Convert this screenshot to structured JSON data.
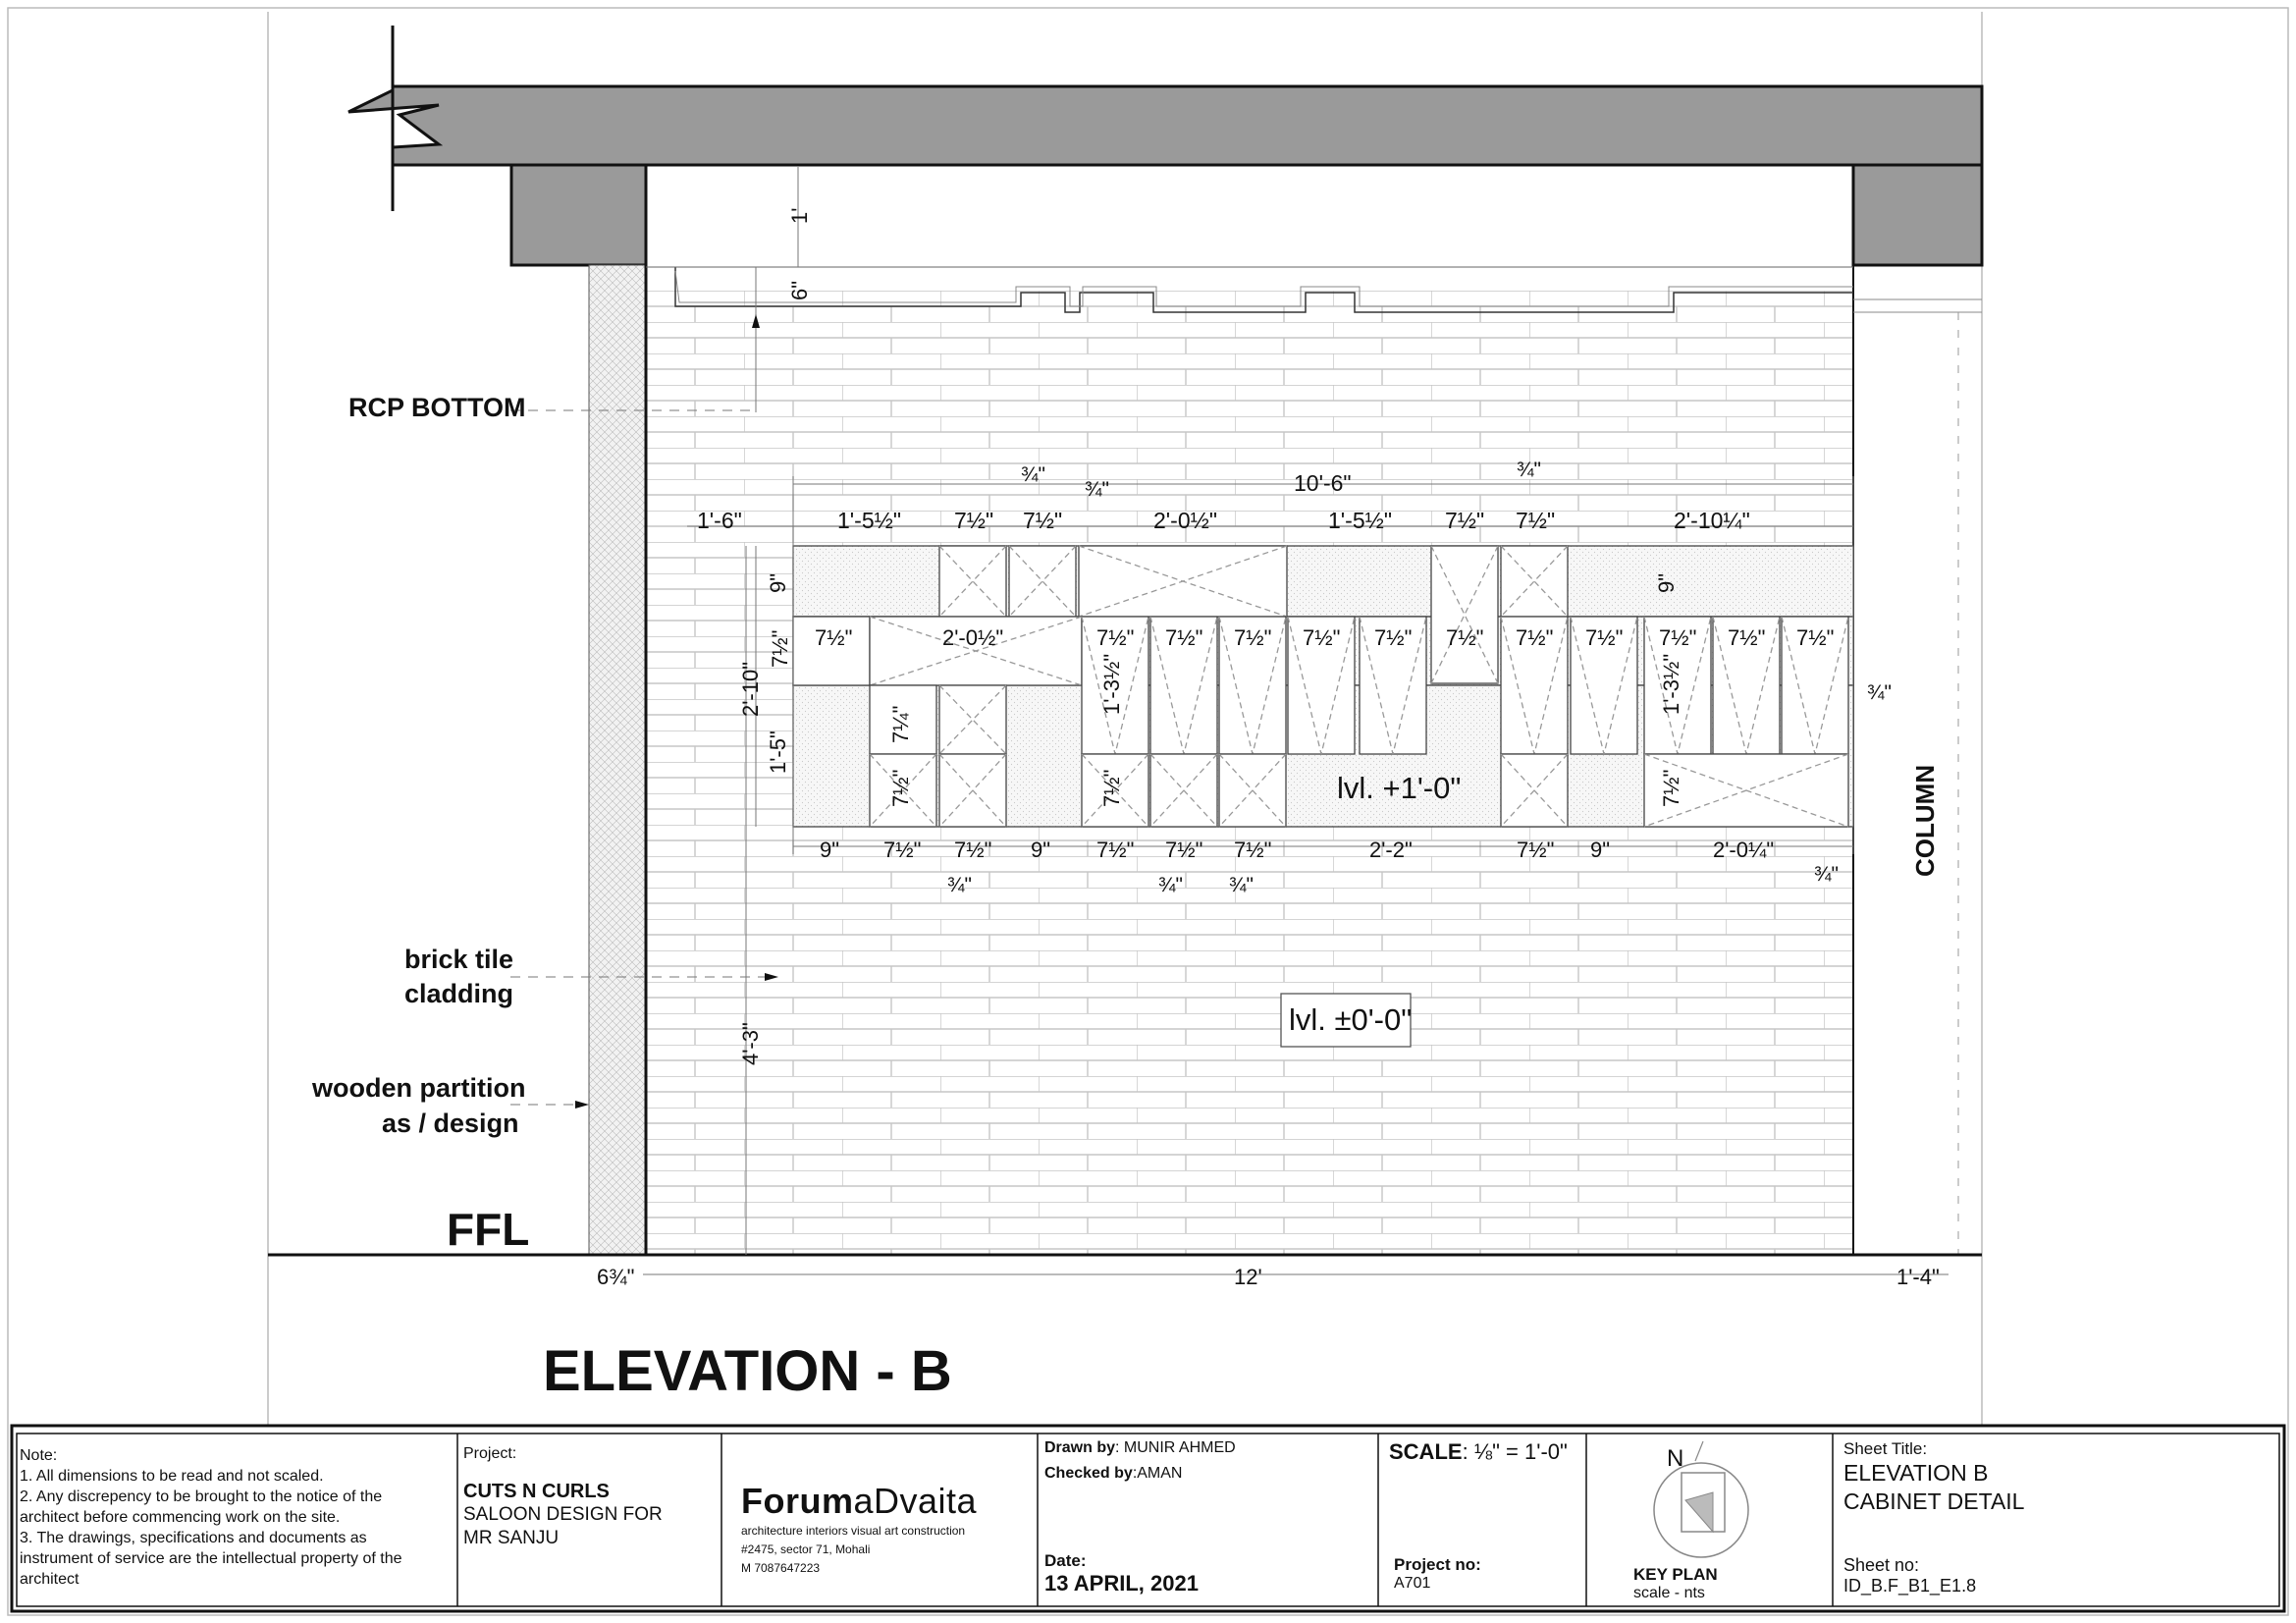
{
  "drawing": {
    "title": "ELEVATION - B",
    "ffl": "FFL",
    "rcp_bottom": "RCP BOTTOM",
    "brick_tile_1": "brick tile",
    "brick_tile_2": "cladding",
    "partition_1": "wooden partition",
    "partition_2": "as / design",
    "column": "COLUMN",
    "level_top": "lvl. +1'-0\"",
    "level_floor": "lvl. ±0'-0\""
  },
  "dimensions": {
    "top_overall": "10'-6\"",
    "left_offset": "1'-6\"",
    "top_row": [
      "1'-5½\"",
      "7½\"",
      "7½\"",
      "2'-0½\"",
      "1'-5½\"",
      "7½\"",
      "7½\"",
      "2'-10¼\""
    ],
    "top_gaps": [
      "¾\"",
      "¾\"",
      "¾\""
    ],
    "bottom_row": [
      "9\"",
      "7½\"",
      "7½\"",
      "9\"",
      "7½\"",
      "7½\"",
      "7½\"",
      "2'-2\"",
      "7½\"",
      "9\"",
      "2'-0¼\""
    ],
    "bottom_gaps": [
      "¾\"",
      "¾\"",
      "¾\"",
      "¾\""
    ],
    "right_gap": "¾\"",
    "mid_row": [
      "7½\"",
      "2'-0½\"",
      "7½\"",
      "7½\"",
      "7½\"",
      "7½\"",
      "7½\"",
      "7½\"",
      "7½\"",
      "7½\"",
      "7½\"",
      "7½\"",
      "7½\""
    ],
    "vertical": {
      "ceiling_gap": "1'",
      "rcp_gap": "6\"",
      "cab_top": "9\"",
      "cab_mid": "7½\"",
      "cab_total": "2'-10\"",
      "cab_low": "1'-5\"",
      "drawer_a": "7¼\"",
      "drawer_b": "7½\"",
      "shutter_a": "1'-3½\"",
      "shutter_b": "7½\"",
      "shutter_c": "1'-3½\"",
      "shutter_d": "7½\"",
      "right_top": "9\"",
      "floor_gap": "4'-3\""
    },
    "floor_row": [
      "6¾\"",
      "12'",
      "1'-4\""
    ]
  },
  "title_block": {
    "note_heading": "Note:",
    "notes": [
      "1. All dimensions to be read and not scaled.",
      "2. Any discrepency to be brought to the notice of the",
      "architect before commencing work on the site.",
      "3. The drawings, specifications and documents as",
      "instrument of service are the intellectual property of  the",
      "architect"
    ],
    "project_label": "Project:",
    "project_name": "CUTS N CURLS",
    "project_desc_1": "SALOON DESIGN FOR",
    "project_desc_2": "MR SANJU",
    "brand_bold": "Forum",
    "brand_light": "aDvaita",
    "tagline": "architecture interiors visual art construction",
    "address": "#2475, sector 71, Mohali",
    "phone": "M 7087647223",
    "drawn_label": "Drawn by",
    "drawn_value": ": MUNIR AHMED",
    "checked_label": "Checked by",
    "checked_value": ":AMAN",
    "date_label": "Date:",
    "date_value": "13 APRIL, 2021",
    "scale_label": "SCALE",
    "scale_value": ": ⅛\" = 1'-0\"",
    "project_no_label": "Project no:",
    "project_no_value": "A701",
    "north": "N",
    "key_plan": "KEY PLAN",
    "key_scale": "scale - nts",
    "sheet_title_label": "Sheet  Title:",
    "sheet_title_1": "ELEVATION B",
    "sheet_title_2": "CABINET DETAIL",
    "sheet_no_label": "Sheet no:",
    "sheet_no_value": "ID_B.F_B1_E1.8"
  },
  "colors": {
    "slab": "#9a9a9a",
    "line": "#111111",
    "dim": "#666666",
    "brick": "#bdbdbd"
  }
}
